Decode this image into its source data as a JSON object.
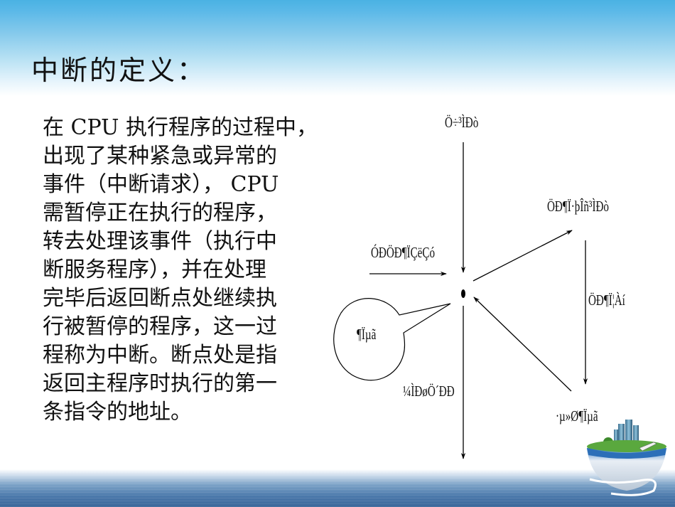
{
  "slide": {
    "title": "中断的定义：",
    "body_lines": [
      "在 CPU 执行程序的过程中，",
      "出现了某种紧急或异常的",
      "事件（中断请求）， CPU",
      "需暂停正在执行的程序，",
      "转去处理该事件（执行中",
      "断服务程序），并在处理",
      "完毕后返回断点处继续执",
      "行被暂停的程序，这一过",
      "程称为中断。断点处是指",
      "返回主程序时执行的第一",
      "条指令的地址。"
    ]
  },
  "diagram": {
    "labels": {
      "main_program": "Ö÷³ÌÐò",
      "interrupt_service": "ÖÐ¶Ï·þÎñ³ÌÐò",
      "interrupt_request": "ÓÐÖÐ¶ÏÇëÇó",
      "interrupt_return": "ÖÐ¶Ï¦Àí",
      "breakpoint": "¶Ïµã",
      "continue_exec": "¼ÌÐøÖ´ÐÐ",
      "return_breakpoint": "·µ»Ø¶Ïµã"
    },
    "colors": {
      "line": "#000000",
      "text": "#111111",
      "sky_top": "#4ab2e3",
      "sea": "#3a679a"
    }
  }
}
